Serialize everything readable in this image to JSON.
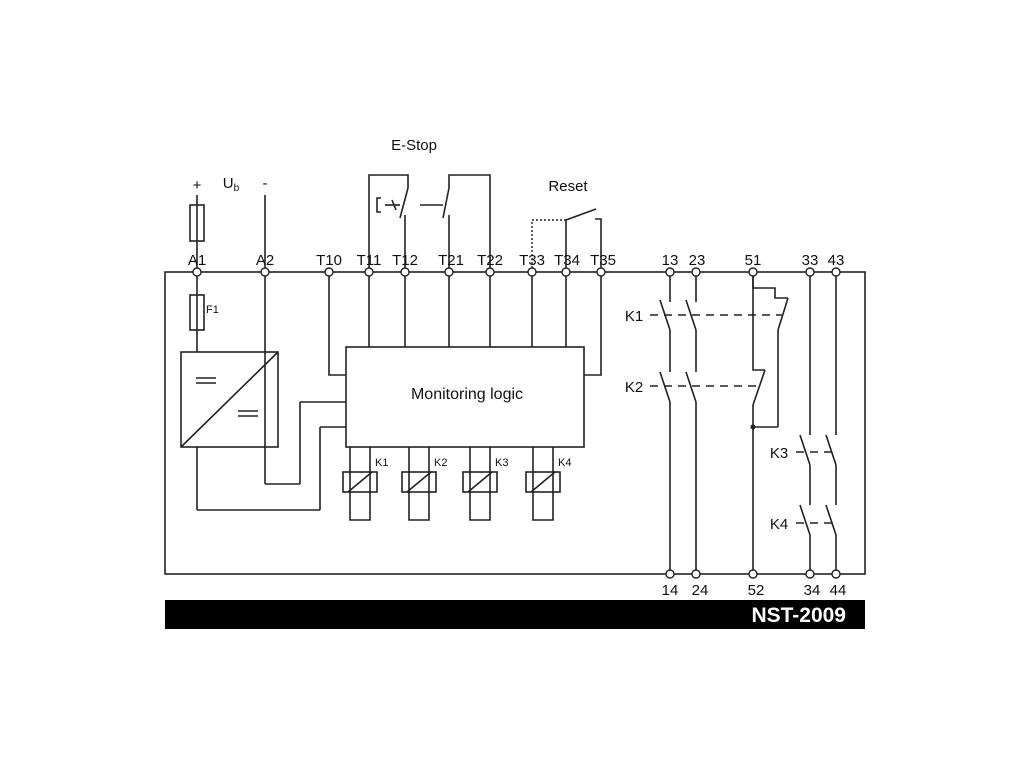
{
  "supply": {
    "plus": "+",
    "ub": "U",
    "ub_sub": "b",
    "minus": "-",
    "fuse": "F1"
  },
  "estop_label": "E-Stop",
  "reset_label": "Reset",
  "logic_label": "Monitoring logic",
  "terminals_top": [
    "A1",
    "A2",
    "T10",
    "T11",
    "T12",
    "T21",
    "T22",
    "T33",
    "T34",
    "T35",
    "13",
    "23",
    "51",
    "33",
    "43"
  ],
  "terminals_bottom": [
    "14",
    "24",
    "52",
    "34",
    "44"
  ],
  "coils": [
    "K1",
    "K2",
    "K3",
    "K4"
  ],
  "contacts": [
    "K1",
    "K2",
    "K3",
    "K4"
  ],
  "model": "NST-2009"
}
